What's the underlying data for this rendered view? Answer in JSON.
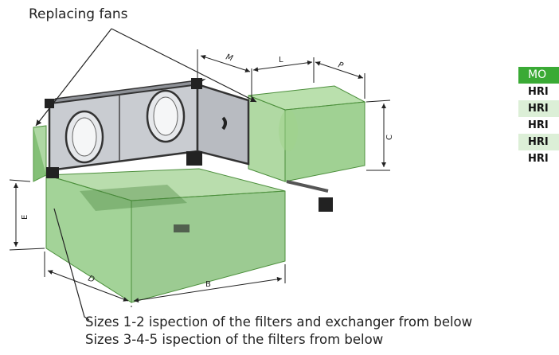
{
  "labels": {
    "replacing_fans": "Replacing fans",
    "note_line_1": "Sizes 1-2 ispection of the filters and exchanger from below",
    "note_line_2": "Sizes 3-4-5 ispection of the filters from below"
  },
  "dimensions": {
    "M": "M",
    "L": "L",
    "P": "P",
    "C": "C",
    "E": "E",
    "D": "D",
    "B": "B"
  },
  "table": {
    "header": "MO",
    "rows": [
      "HRI",
      "HRI",
      "HRI",
      "HRI",
      "HRI"
    ]
  },
  "colors": {
    "volume_green": "#5fae4a",
    "header_green": "#3aaa35",
    "row_alt": "#dcefd7",
    "unit_metal": "#c9ccd1"
  }
}
